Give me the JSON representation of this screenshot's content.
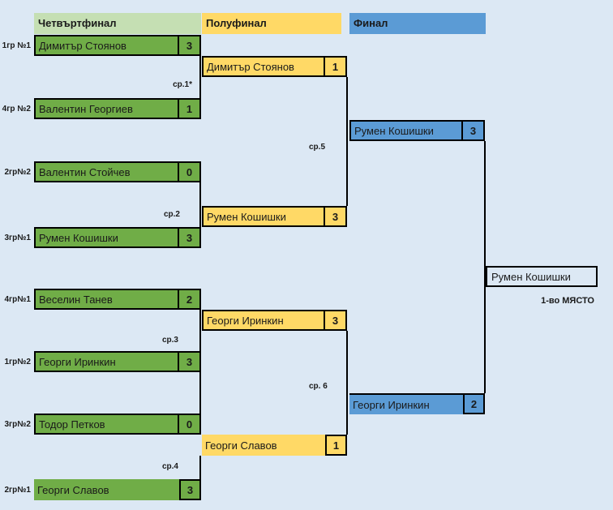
{
  "headers": {
    "quarterfinal": "Четвъртфинал",
    "semifinal": "Полуфинал",
    "final": "Финал"
  },
  "quarterfinals": [
    {
      "seed": "1гр №1",
      "name": "Димитър Стоянов",
      "score": "3"
    },
    {
      "seed": "4гр №2",
      "name": "Валентин Георгиев",
      "score": "1"
    },
    {
      "seed": "2гр№2",
      "name": "Валентин Стойчев",
      "score": "0"
    },
    {
      "seed": "3гр№1",
      "name": "Румен Кошишки",
      "score": "3"
    },
    {
      "seed": "4гр№1",
      "name": "Веселин Танев",
      "score": "2"
    },
    {
      "seed": "1гр№2",
      "name": "Георги Иринкин",
      "score": "3"
    },
    {
      "seed": "3гр№2",
      "name": "Тодор Петков",
      "score": "0"
    },
    {
      "seed": "2гр№1",
      "name": "Георги Славов",
      "score": "3"
    }
  ],
  "semifinals": [
    {
      "name": "Димитър Стоянов",
      "score": "1"
    },
    {
      "name": "Румен Кошишки",
      "score": "3"
    },
    {
      "name": "Георги Иринкин",
      "score": "3"
    },
    {
      "name": "Георги Славов",
      "score": "1"
    }
  ],
  "finals": [
    {
      "name": "Румен Кошишки",
      "score": "3"
    },
    {
      "name": "Георги Иринкин",
      "score": "2"
    }
  ],
  "match_labels": {
    "m1": "ср.1*",
    "m2": "ср.2",
    "m3": "ср.3",
    "m4": "ср.4",
    "m5": "ср.5",
    "m6": "ср. 6"
  },
  "winner": {
    "name": "Румен Кошишки",
    "title": "1-во МЯСТО"
  },
  "colors": {
    "background": "#dce8f4",
    "quarterfinal_header": "#c5dfb3",
    "quarterfinal_box": "#70ad47",
    "semifinal_color": "#ffd966",
    "final_color": "#5b9bd5",
    "line": "#000000"
  }
}
